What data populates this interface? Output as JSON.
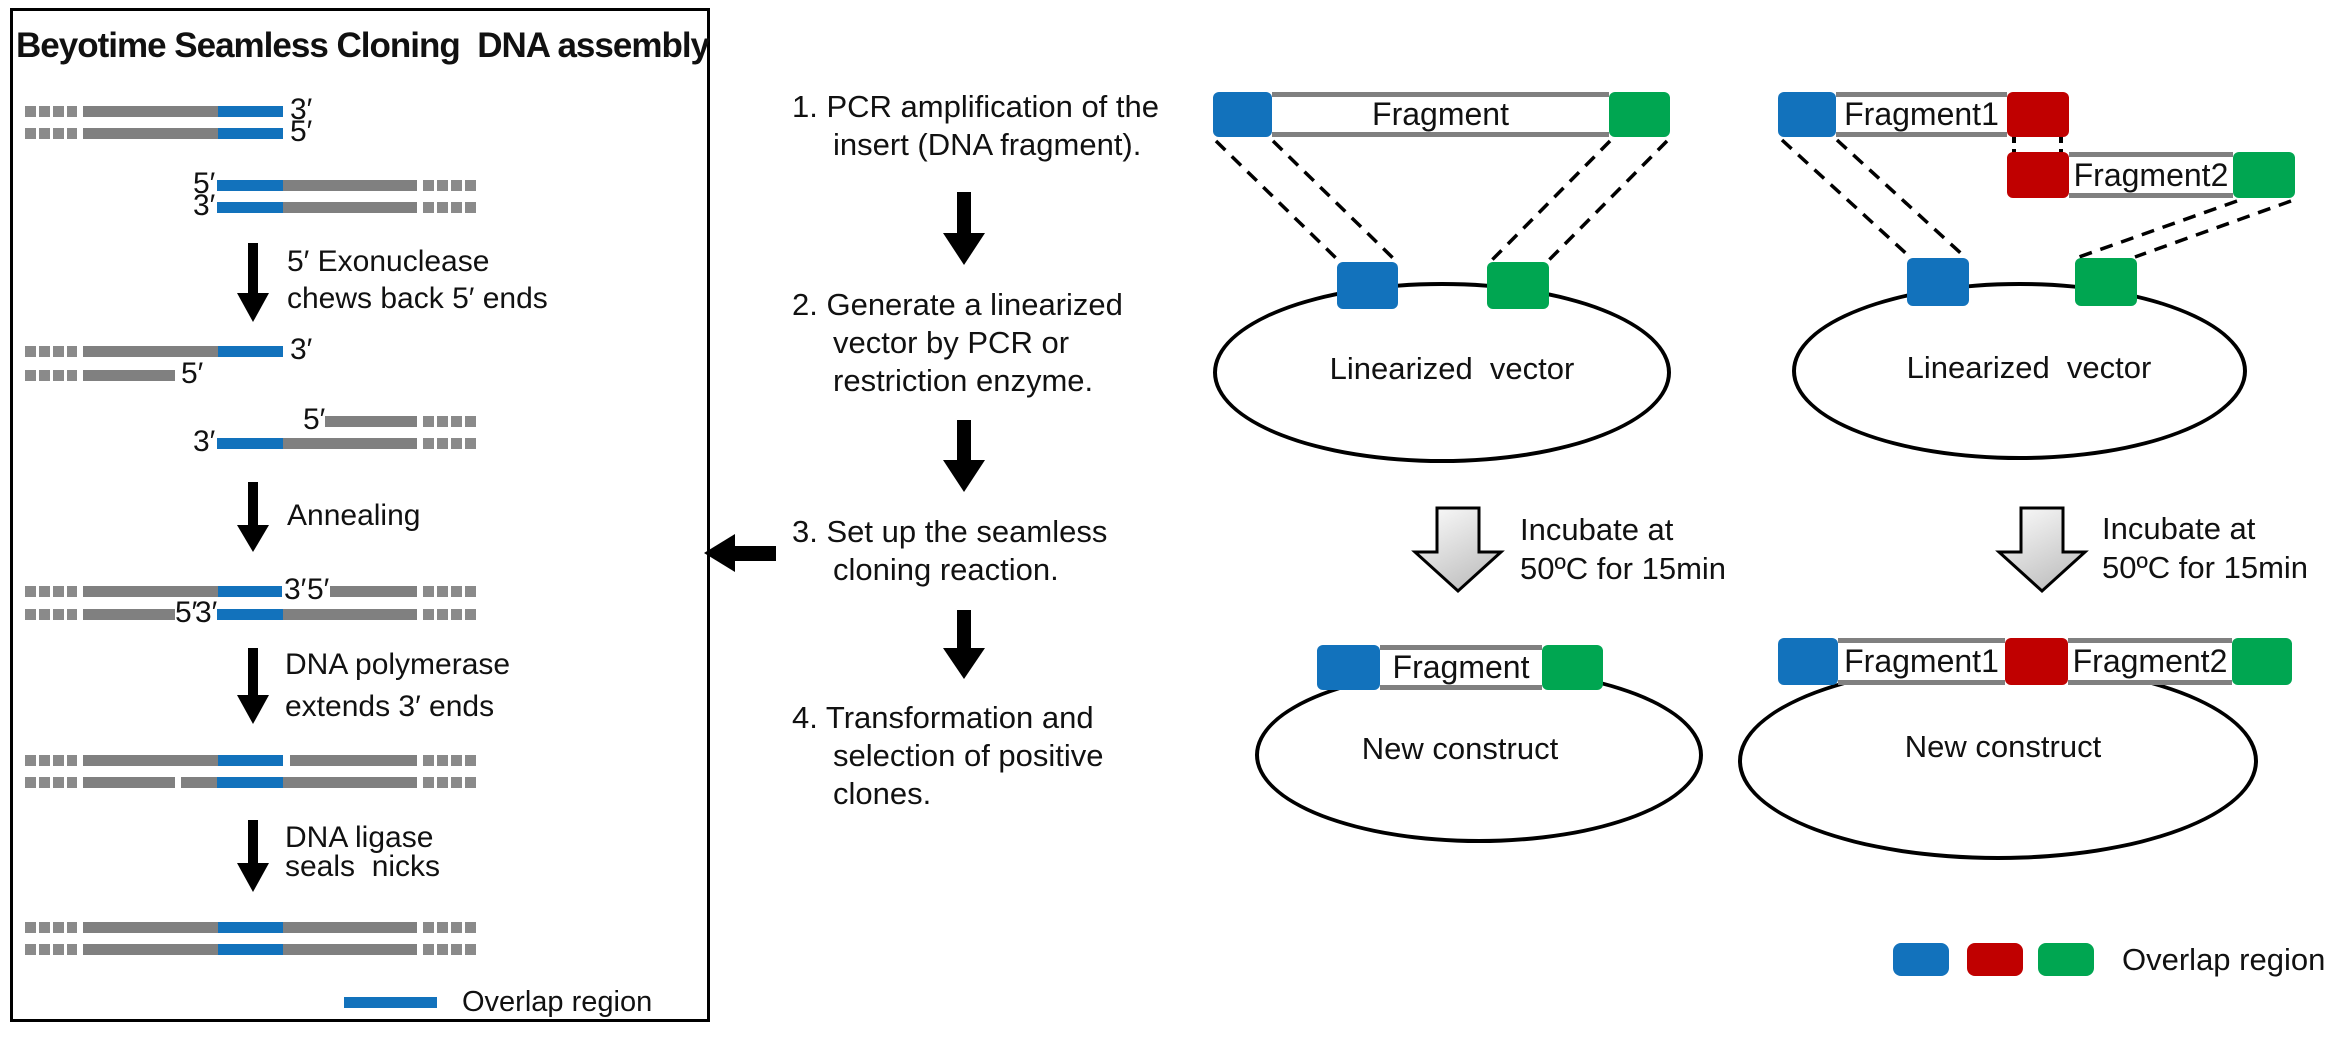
{
  "colors": {
    "overlap_blue": "#1272BC",
    "overlap_red": "#C00000",
    "overlap_green": "#00A651",
    "strand_gray": "#808080",
    "arrow_black": "#000000"
  },
  "left_panel": {
    "title": "Beyotime Seamless Cloning  DNA assembly",
    "prime_labels": {
      "p3": "3′",
      "p5": "5′"
    },
    "process_labels": {
      "exonuclease_line1": "5′ Exonuclease",
      "exonuclease_line2": "chews back 5′ ends",
      "annealing": "Annealing",
      "polymerase_line1": "DNA polymerase",
      "polymerase_line2": "extends 3′ ends",
      "ligase_line1": "DNA ligase",
      "ligase_line2": "seals  nicks"
    },
    "legend_label": "Overlap region"
  },
  "protocol_steps": [
    {
      "lines": [
        "1. PCR amplification of the",
        "insert (DNA fragment)."
      ]
    },
    {
      "lines": [
        "2. Generate a linearized",
        "vector by PCR or",
        "restriction enzyme."
      ]
    },
    {
      "lines": [
        "3. Set up the seamless",
        "cloning reaction."
      ]
    },
    {
      "lines": [
        "4. Transformation and",
        "selection of positive",
        "clones."
      ]
    }
  ],
  "single_fragment_assembly": {
    "fragment_label": "Fragment",
    "vector_label": "Linearized  vector",
    "incubate_line1": "Incubate at",
    "incubate_line2": "50ºC for 15min",
    "construct_fragment_label": "Fragment",
    "construct_label": "New construct"
  },
  "two_fragment_assembly": {
    "fragment1_label": "Fragment1",
    "fragment2_label": "Fragment2",
    "vector_label": "Linearized  vector",
    "incubate_line1": "Incubate at",
    "incubate_line2": "50ºC for 15min",
    "construct_fragment1_label": "Fragment1",
    "construct_fragment2_label": "Fragment2",
    "construct_label": "New construct"
  },
  "overlap_legend": {
    "label": "Overlap region"
  }
}
